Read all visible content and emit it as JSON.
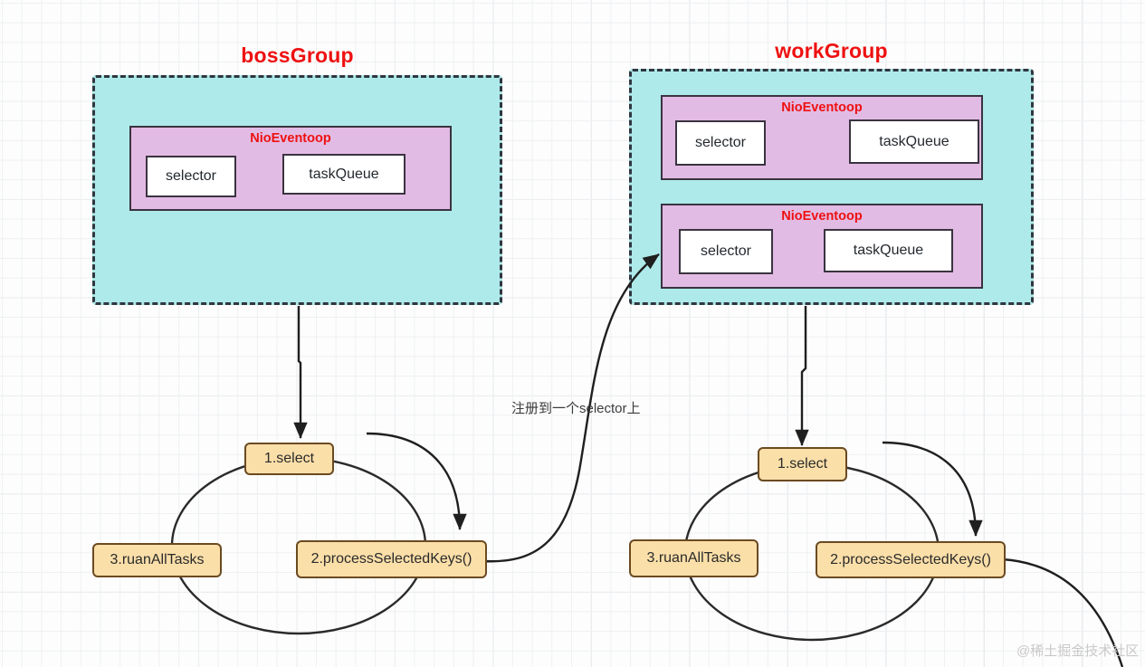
{
  "diagram": {
    "title_left": "bossGroup",
    "title_right": "workGroup",
    "annotation": "注册到一个selector上",
    "watermark": "@稀土掘金技术社区",
    "colors": {
      "group_fill": "#aeeaea",
      "group_border": "#2f3640",
      "eventloop_fill": "#e2bbe4",
      "eventloop_border": "#3a3340",
      "inner_fill": "#ffffff",
      "task_fill": "#fbdfa9",
      "task_border": "#6b4a21",
      "title_color": "#ee1111",
      "arrow_color": "#1f1f1f",
      "grid_minor": "#eef0f2",
      "grid_major": "#e3e7ea"
    }
  },
  "boss_group": {
    "label": "bossGroup",
    "eventloops": [
      {
        "label": "NioEventoop",
        "selector": "selector",
        "task_queue": "taskQueue"
      }
    ]
  },
  "work_group": {
    "label": "workGroup",
    "eventloops": [
      {
        "label": "NioEventoop",
        "selector": "selector",
        "task_queue": "taskQueue"
      },
      {
        "label": "NioEventoop",
        "selector": "selector",
        "task_queue": "taskQueue"
      }
    ]
  },
  "loops": {
    "left": {
      "step1": "1.select",
      "step2": "2.processSelectedKeys()",
      "step3": "3.ruanAllTasks"
    },
    "right": {
      "step1": "1.select",
      "step2": "2.processSelectedKeys()",
      "step3": "3.ruanAllTasks"
    }
  }
}
